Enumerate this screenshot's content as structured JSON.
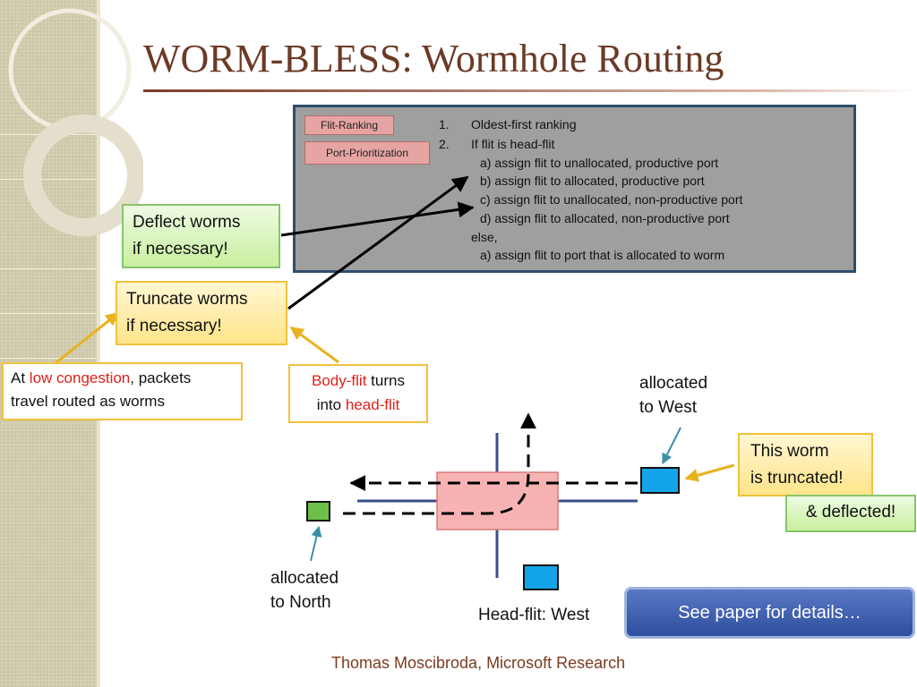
{
  "slide": {
    "title": "WORM-BLESS: Wormhole Routing",
    "footer": "Thomas Moscibroda, Microsoft Research"
  },
  "algorithm": {
    "tags": [
      "Flit-Ranking",
      "Port-Prioritization"
    ],
    "lines": [
      {
        "marker": "1.",
        "text": "Oldest-first ranking"
      },
      {
        "marker": "2.",
        "text": "If flit is head-flit"
      },
      {
        "marker": "",
        "text": "a) assign flit to unallocated, productive port"
      },
      {
        "marker": "",
        "text": "b) assign flit to allocated, productive port"
      },
      {
        "marker": "",
        "text": "c) assign flit to unallocated, non-productive port"
      },
      {
        "marker": "",
        "text": "d) assign flit to allocated, non-productive port"
      },
      {
        "marker": "",
        "text": "else,"
      },
      {
        "marker": "",
        "text": "a) assign flit to port that is allocated to worm"
      }
    ]
  },
  "callouts": {
    "deflect": {
      "line1": "Deflect worms",
      "line2": "if necessary!"
    },
    "truncate": {
      "line1": "Truncate worms",
      "line2": "if necessary!"
    },
    "low_congestion": {
      "pre": "At ",
      "highlight": "low congestion",
      "post": ", packets",
      "line2": "travel routed as worms"
    },
    "body_flit": {
      "hl1": "Body-flit",
      "mid": " turns",
      "pre2": "into ",
      "hl2": "head-flit"
    },
    "truncated": {
      "line1": "This worm",
      "line2": "is truncated!"
    },
    "deflected": "& deflected!"
  },
  "diagram": {
    "allocated_west": {
      "line1": "allocated",
      "line2": "to West"
    },
    "allocated_north": {
      "line1": "allocated",
      "line2": "to North"
    },
    "head_flit_label": "Head-flit: West"
  },
  "button": {
    "label": "See paper for details…"
  },
  "colors": {
    "title": "#6b3a26",
    "highlight_red": "#e0201a",
    "router": "#f7b3b3",
    "flit_blue": "#13a3e8",
    "flit_green": "#6cc04a",
    "link": "#3a4f8a"
  }
}
